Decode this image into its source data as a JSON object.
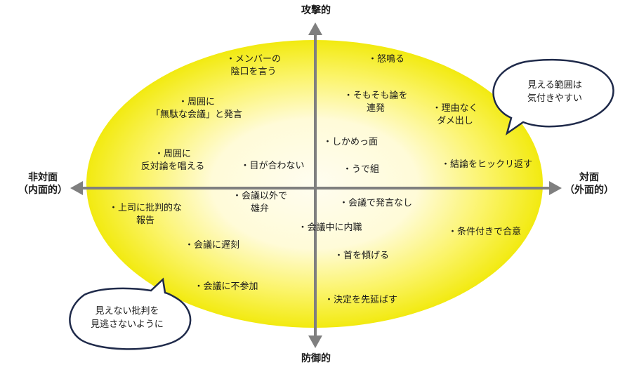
{
  "axes": {
    "top": "攻撃的",
    "bottom": "防御的",
    "left": [
      "非対面",
      "（内面的）"
    ],
    "right": [
      "対面",
      "（外面的）"
    ]
  },
  "items": [
    [
      "・メンバーの",
      "陰口を言う"
    ],
    [
      "・怒鳴る"
    ],
    [
      "・そもそも論を",
      "連発"
    ],
    [
      "・周囲に",
      "「無駄な会議」と発言"
    ],
    [
      "・理由なく",
      "ダメ出し"
    ],
    [
      "・しかめっ面"
    ],
    [
      "・周囲に",
      "反対論を唱える"
    ],
    [
      "・目が合わない"
    ],
    [
      "・うで組"
    ],
    [
      "・結論をヒックリ返す"
    ],
    [
      "・会議以外で",
      "雄弁"
    ],
    [
      "・会議で発言なし"
    ],
    [
      "・上司に批判的な",
      "報告"
    ],
    [
      "・会議中に内職"
    ],
    [
      "・条件付きで合意"
    ],
    [
      "・会議に遅刻"
    ],
    [
      "・首を傾げる"
    ],
    [
      "・会議に不参加"
    ],
    [
      "・決定を先延ばす"
    ]
  ],
  "callouts": {
    "top_right": [
      "見える範囲は",
      "気付きやすい"
    ],
    "bottom_left": [
      "見えない批判を",
      "見逃さないように"
    ]
  },
  "colors": {
    "ellipse_outer": "#f5f000",
    "ellipse_inner": "#fffbe0",
    "axis": "#7f7f7f",
    "callout_border": "#1f2a4a"
  }
}
